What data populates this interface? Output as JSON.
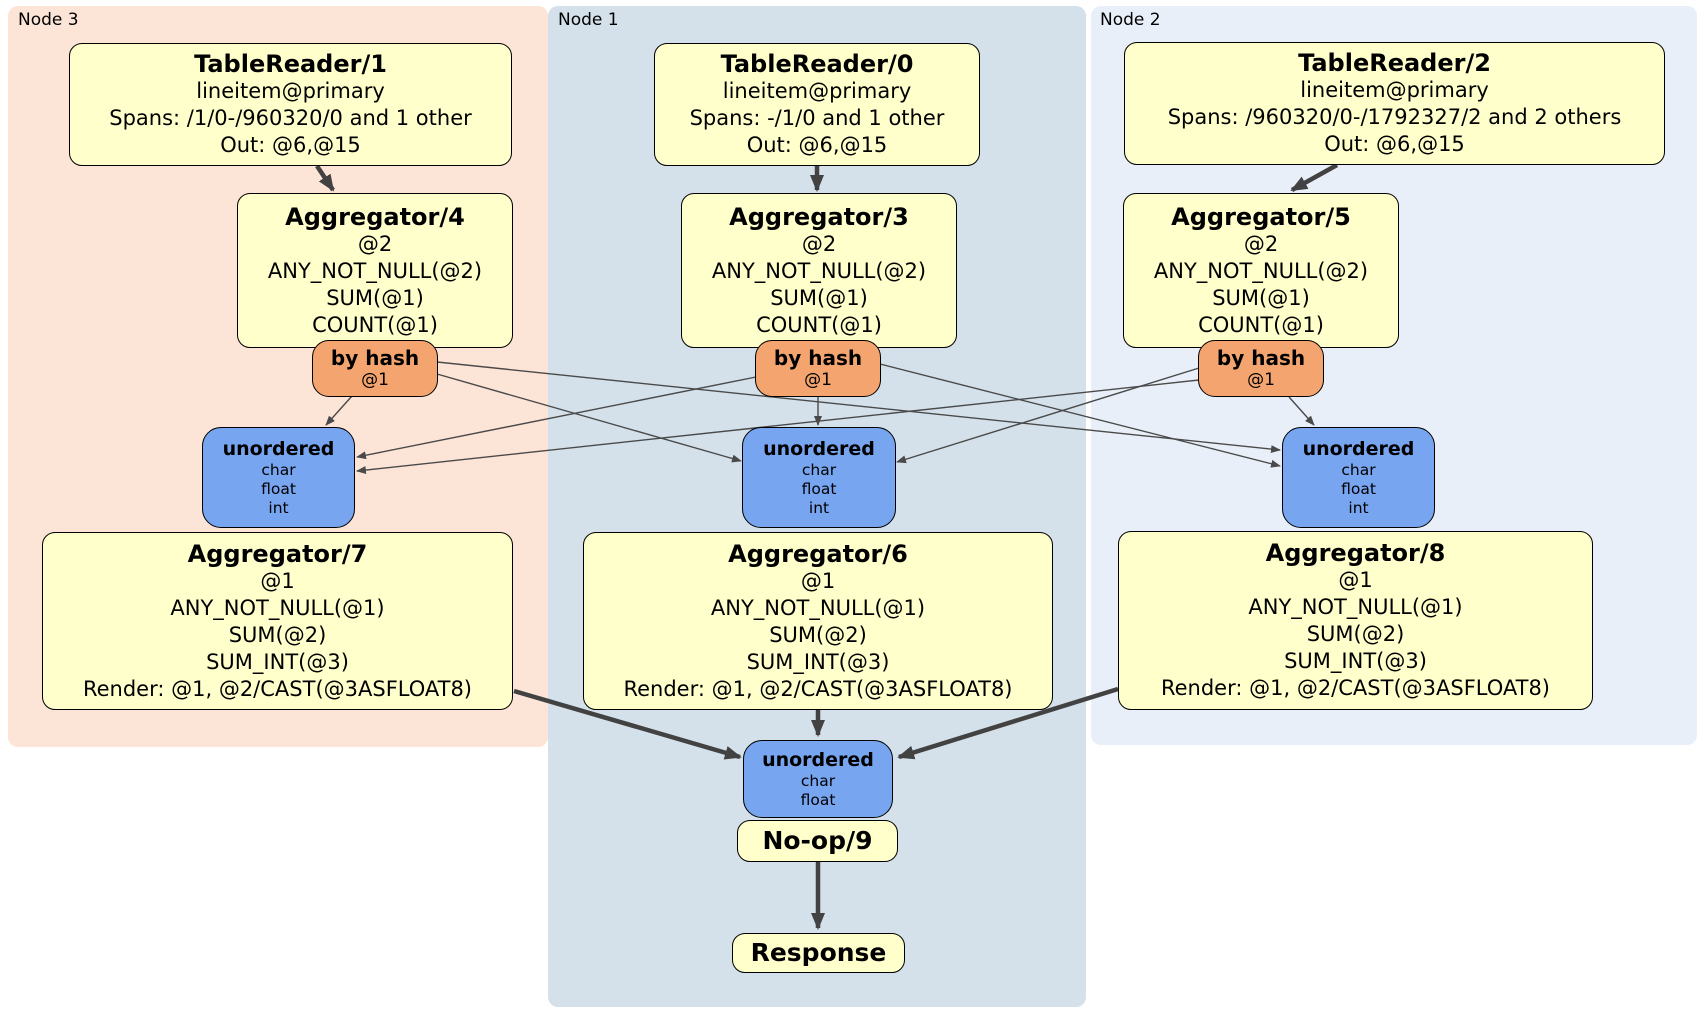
{
  "regions": {
    "node3": {
      "label": "Node 3"
    },
    "node1": {
      "label": "Node 1"
    },
    "node2": {
      "label": "Node 2"
    }
  },
  "boxes": {
    "tablereader1": {
      "title": "TableReader/1",
      "lines": [
        "lineitem@primary",
        "Spans: /1/0-/960320/0 and 1 other",
        "Out: @6,@15"
      ]
    },
    "tablereader0": {
      "title": "TableReader/0",
      "lines": [
        "lineitem@primary",
        "Spans: -/1/0 and 1 other",
        "Out: @6,@15"
      ]
    },
    "tablereader2": {
      "title": "TableReader/2",
      "lines": [
        "lineitem@primary",
        "Spans: /960320/0-/1792327/2 and 2 others",
        "Out: @6,@15"
      ]
    },
    "aggregator4": {
      "title": "Aggregator/4",
      "lines": [
        "@2",
        "ANY_NOT_NULL(@2)",
        "SUM(@1)",
        "COUNT(@1)"
      ]
    },
    "aggregator3": {
      "title": "Aggregator/3",
      "lines": [
        "@2",
        "ANY_NOT_NULL(@2)",
        "SUM(@1)",
        "COUNT(@1)"
      ]
    },
    "aggregator5": {
      "title": "Aggregator/5",
      "lines": [
        "@2",
        "ANY_NOT_NULL(@2)",
        "SUM(@1)",
        "COUNT(@1)"
      ]
    },
    "router_left": {
      "title": "by hash",
      "lines": [
        "@1"
      ]
    },
    "router_center": {
      "title": "by hash",
      "lines": [
        "@1"
      ]
    },
    "router_right": {
      "title": "by hash",
      "lines": [
        "@1"
      ]
    },
    "sync_left": {
      "title": "unordered",
      "lines": [
        "char",
        "float",
        "int"
      ]
    },
    "sync_center": {
      "title": "unordered",
      "lines": [
        "char",
        "float",
        "int"
      ]
    },
    "sync_right": {
      "title": "unordered",
      "lines": [
        "char",
        "float",
        "int"
      ]
    },
    "aggregator7": {
      "title": "Aggregator/7",
      "lines": [
        "@1",
        "ANY_NOT_NULL(@1)",
        "SUM(@2)",
        "SUM_INT(@3)",
        "Render: @1, @2/CAST(@3ASFLOAT8)"
      ]
    },
    "aggregator6": {
      "title": "Aggregator/6",
      "lines": [
        "@1",
        "ANY_NOT_NULL(@1)",
        "SUM(@2)",
        "SUM_INT(@3)",
        "Render: @1, @2/CAST(@3ASFLOAT8)"
      ]
    },
    "aggregator8": {
      "title": "Aggregator/8",
      "lines": [
        "@1",
        "ANY_NOT_NULL(@1)",
        "SUM(@2)",
        "SUM_INT(@3)",
        "Render: @1, @2/CAST(@3ASFLOAT8)"
      ]
    },
    "sync_final": {
      "title": "unordered",
      "lines": [
        "char",
        "float"
      ]
    },
    "noop": {
      "title": "No-op/9"
    },
    "response": {
      "title": "Response"
    }
  },
  "edges": [
    {
      "from": "TableReader/1",
      "to": "Aggregator/4",
      "kind": "thick"
    },
    {
      "from": "TableReader/0",
      "to": "Aggregator/3",
      "kind": "thick"
    },
    {
      "from": "TableReader/2",
      "to": "Aggregator/5",
      "kind": "thick"
    },
    {
      "from": "by hash (Node 3)",
      "to": "unordered (Node 3)",
      "kind": "thin"
    },
    {
      "from": "by hash (Node 3)",
      "to": "unordered (Node 1)",
      "kind": "thin"
    },
    {
      "from": "by hash (Node 3)",
      "to": "unordered (Node 2)",
      "kind": "thin"
    },
    {
      "from": "by hash (Node 1)",
      "to": "unordered (Node 3)",
      "kind": "thin"
    },
    {
      "from": "by hash (Node 1)",
      "to": "unordered (Node 1)",
      "kind": "thin"
    },
    {
      "from": "by hash (Node 1)",
      "to": "unordered (Node 2)",
      "kind": "thin"
    },
    {
      "from": "by hash (Node 2)",
      "to": "unordered (Node 3)",
      "kind": "thin"
    },
    {
      "from": "by hash (Node 2)",
      "to": "unordered (Node 1)",
      "kind": "thin"
    },
    {
      "from": "by hash (Node 2)",
      "to": "unordered (Node 2)",
      "kind": "thin"
    },
    {
      "from": "Aggregator/7",
      "to": "unordered (final)",
      "kind": "thick"
    },
    {
      "from": "Aggregator/6",
      "to": "unordered (final)",
      "kind": "thick"
    },
    {
      "from": "Aggregator/8",
      "to": "unordered (final)",
      "kind": "thick"
    },
    {
      "from": "No-op/9",
      "to": "Response",
      "kind": "thick"
    }
  ],
  "colors": {
    "processor_fill": "#ffffcc",
    "router_fill": "#f4a46e",
    "sync_fill": "#78a5f0",
    "node3_bg": "#fce4d6",
    "node1_bg": "#d4e1ea",
    "node2_bg": "#e9eff8",
    "edge": "#424242",
    "border": "#000000"
  }
}
